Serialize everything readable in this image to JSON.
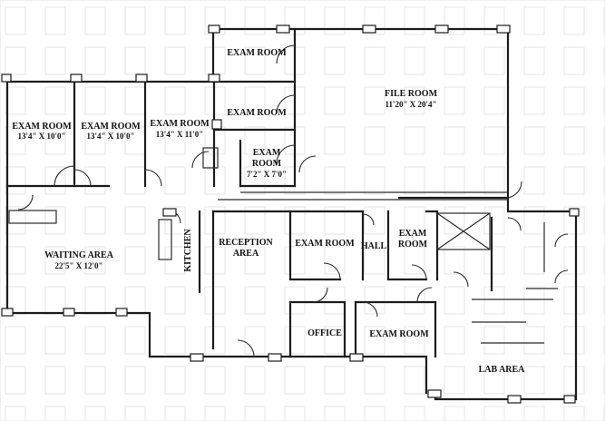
{
  "rooms": {
    "exam_room_top": "EXAM ROOM",
    "exam_room_mid": "EXAM ROOM",
    "exam_room_small_1": "EXAM",
    "exam_room_small_2": "ROOM",
    "exam_room_small_dim": "7'2\" X 7'0\"",
    "file_room": "FILE ROOM",
    "file_room_dim": "11'20\" X 20'4\"",
    "exam_room_left": "EXAM ROOM",
    "exam_room_left_dim": "13'4\" X 10'0\"",
    "exam_room_center": "EXAM ROOM",
    "exam_room_center_dim": "13'4\" X 10'0\"",
    "exam_room_right": "EXAM ROOM",
    "exam_room_right_dim": "13'4\" X 11'0\"",
    "waiting_area": "WAITING AREA",
    "waiting_area_dim": "22'5\" X 12'0\"",
    "kitchen": "KITCHEN",
    "reception_1": "RECEPTION",
    "reception_2": "AREA",
    "exam_room_reception": "EXAM ROOM",
    "hall": "HALL",
    "exam_room_hall_1": "EXAM",
    "exam_room_hall_2": "ROOM",
    "office": "OFFICE",
    "exam_room_bottom": "EXAM ROOM",
    "lab_area": "LAB AREA"
  }
}
